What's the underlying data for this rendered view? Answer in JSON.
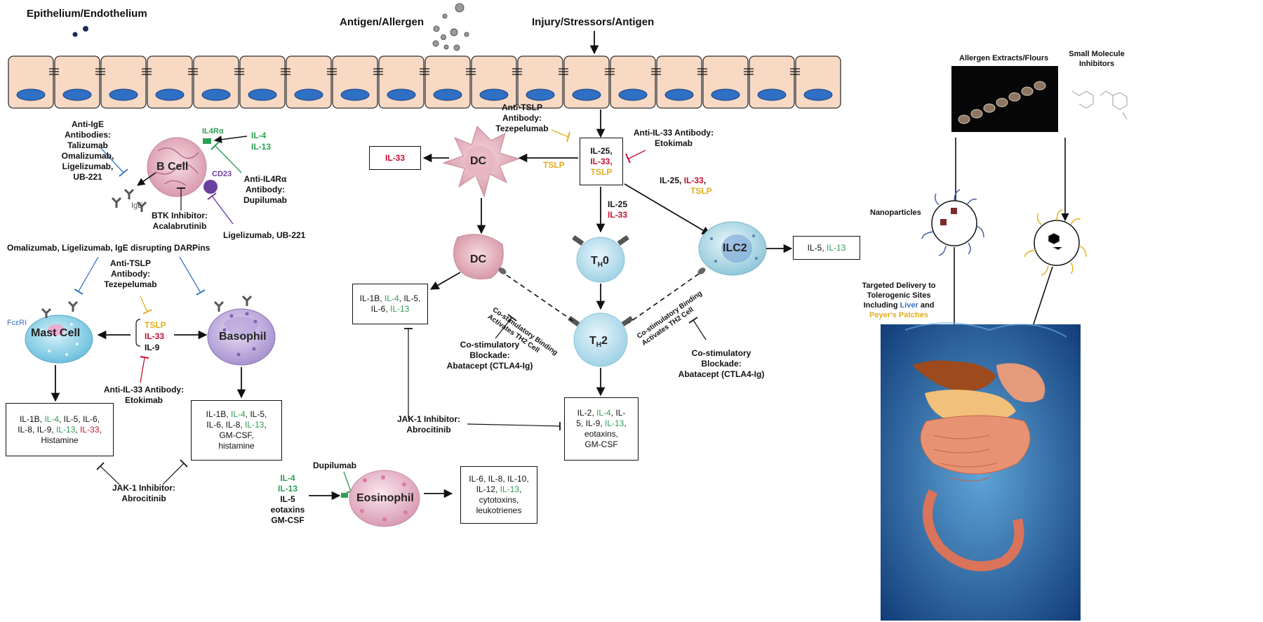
{
  "headers": {
    "epithelium": "Epithelium/Endothelium",
    "antigen": "Antigen/Allergen",
    "injury": "Injury/Stressors/Antigen",
    "allergen_extracts": "Allergen Extracts/Flours",
    "small_molecule": "Small Molecule Inhibitors"
  },
  "bcell": {
    "name": "B Cell",
    "receptor": "IL4Rα",
    "cd23": "CD23",
    "ige": "IgE",
    "il4": "IL-4",
    "il13": "IL-13",
    "anti_ige": [
      "Anti-IgE",
      "Antibodies:",
      "Talizumab",
      "Omalizumab,",
      "Ligelizumab,",
      "UB-221"
    ],
    "anti_il4r": [
      "Anti-IL4Rα",
      "Antibody:",
      "Dupilumab"
    ],
    "btk": [
      "BTK Inhibitor:",
      "Acalabrutinib"
    ],
    "ligelizumab": "Ligelizumab, UB-221"
  },
  "mast": {
    "omali_line": "Omalizumab, Ligelizumab, IgE disrupting DARPins",
    "anti_tslp": [
      "Anti-TSLP",
      "Antibody:",
      "Tezepelumab"
    ],
    "fceri": "FcεRI",
    "mast_name": "Mast Cell",
    "basophil": "Basophil",
    "tslp": "TSLP",
    "il33": "IL-33",
    "il9": "IL-9",
    "anti_il33": [
      "Anti-IL-33 Antibody:",
      "Etokimab"
    ],
    "mast_out": {
      "a": "IL-1B, ",
      "b": "IL-4",
      "c": ", IL-5, IL-6,",
      "d": "IL-8, IL-9, ",
      "e": "IL-13",
      "f": ", ",
      "g": "IL-33",
      "h": ",",
      "i": "Histamine"
    },
    "baso_out": {
      "a": "IL-1B, ",
      "b": "IL-4",
      "c": ", IL-5,",
      "d": "IL-6, IL-8, ",
      "e": "IL-13",
      "f": ",",
      "g": "GM-CSF,",
      "h": "histamine"
    },
    "jak": [
      "JAK-1 Inhibitor:",
      "Abrocitinib"
    ]
  },
  "center": {
    "il33_box": "IL-33",
    "dc": "DC",
    "tslp_arrow": "TSLP",
    "anti_tslp": [
      "Anti-TSLP",
      "Antibody:",
      "Tezepelumab"
    ],
    "center_box": {
      "a": "IL-25,",
      "b": "IL-33,",
      "c": "TSLP"
    },
    "anti_il33": [
      "Anti-IL-33 Antibody:",
      "Etokimab"
    ],
    "right_arrow": {
      "a": "IL-25, ",
      "b": "IL-33",
      "c": ",",
      "d": "TSLP"
    },
    "down_arrow": {
      "a": "IL-25",
      "b": "IL-33"
    },
    "th0": "T",
    "th0_sub": "H",
    "th0_end": "0",
    "th2": "T",
    "th2_sub": "H",
    "th2_end": "2",
    "ilc2": "ILC2",
    "ilc2_out": {
      "a": "IL-5, ",
      "b": "IL-13"
    },
    "dc_out": {
      "a": "IL-1B, ",
      "b": "IL-4",
      "c": ", IL-5,",
      "d": "IL-6, ",
      "e": "IL-13"
    },
    "costim_left": "Co-stimulatory Binding Activates TH2 Cell",
    "costim_right": "Co-stimulatory Binding Activates TH2 Cell",
    "blockade_left": [
      "Co-stimulatory",
      "Blockade:",
      "Abatacept (CTLA4-Ig)"
    ],
    "blockade_right": [
      "Co-stimulatory",
      "Blockade:",
      "Abatacept (CTLA4-Ig)"
    ],
    "jak": [
      "JAK-1 Inhibitor:",
      "Abrocitinib"
    ],
    "th2_out": {
      "a": "IL-2, ",
      "b": "IL-4",
      "c": ", IL-",
      "d": "5, IL-9, ",
      "e": "IL-13",
      "f": ",",
      "g": "eotaxins,",
      "h": "GM-CSF"
    }
  },
  "eos": {
    "dupilumab": "Dupilumab",
    "inputs": {
      "a": "IL-4",
      "b": "IL-13",
      "c": "IL-5",
      "d": "eotaxins",
      "e": "GM-CSF"
    },
    "name": "Eosinophil",
    "out": {
      "a": "IL-6, IL-8, IL-10,",
      "b": "IL-12, ",
      "c": "IL-13",
      "d": ",",
      "e": "cytotoxins,",
      "f": "leukotrienes"
    }
  },
  "right": {
    "nanoparticles": "Nanoparticles",
    "targeted": {
      "a": "Targeted Delivery to",
      "b": "Tolerogenic Sites",
      "c": "Including ",
      "d": "Liver",
      "e": " and",
      "f": "Peyer's Patches"
    }
  },
  "colors": {
    "green": "#2e9e55",
    "red": "#c8102e",
    "yellow": "#e2ad1b",
    "blue": "#3a76c4",
    "cell_fill": "#f7d9c4",
    "nucleus": "#2f6fc4"
  }
}
